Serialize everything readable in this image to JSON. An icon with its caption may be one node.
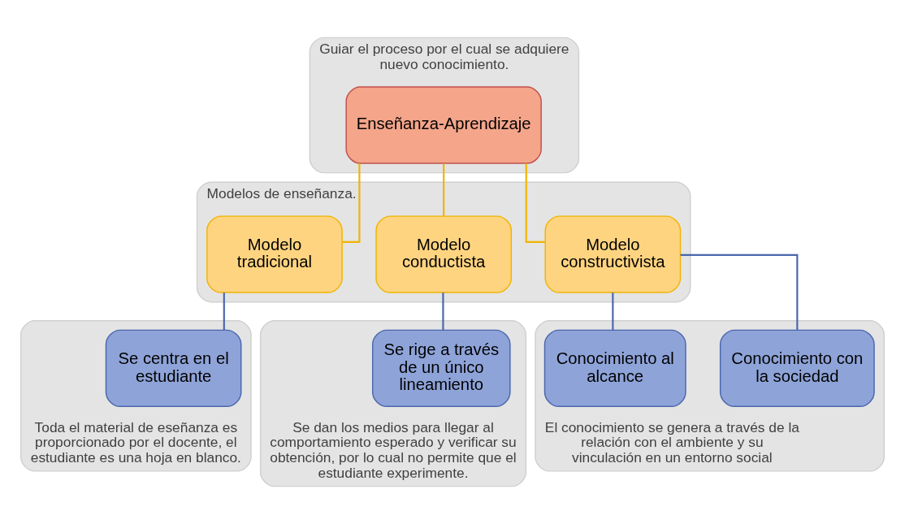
{
  "diagram": {
    "nodes": [
      {
        "text": [
          "Guiar el proceso por el cual se adquiere nuevo conocimiento."
        ]
      },
      {
        "text": [
          "Enseñanza-Aprendizaje"
        ],
        "in": 0
      },
      {
        "text": [
          "Modelos de enseñanza."
        ]
      },
      {
        "text": [
          "Modelo tradicional"
        ],
        "in": 2
      },
      {
        "text": [
          "Modelo conductista"
        ],
        "in": 2
      },
      {
        "text": [
          "Modelo constructivista"
        ],
        "in": 2
      },
      {
        "text": [
          "Toda el material de eseñanza es proporcionado por el docente, el estudiante es una hoja en blanco."
        ]
      },
      {
        "text": [
          "Se centra en el estudiante"
        ],
        "in": 6
      },
      {
        "text": [
          "Se dan los medios para llegar al comportamiento esperado y verificar su obtención, por lo cual no permite que el estudiante experimente."
        ]
      },
      {
        "text": [
          "Se rige a través de un único lineamiento"
        ],
        "in": 8
      },
      {
        "text": [
          "El conocimiento se genera a través de la relación con el ambiente y su vinculación en un entorno social"
        ]
      },
      {
        "text": [
          "Conocimiento al alcance"
        ],
        "in": 10
      },
      {
        "text": [
          "Conocimiento con la sociedad"
        ],
        "in": 10
      }
    ],
    "edges": [
      {
        "from": 1,
        "to": 3,
        "arrow": "none",
        "color": "#f0b400"
      },
      {
        "from": 1,
        "to": 4,
        "arrow": "none",
        "color": "#f0b400"
      },
      {
        "from": 1,
        "to": 5,
        "arrow": "none",
        "color": "#f0b400"
      },
      {
        "from": 3,
        "to": 7,
        "arrow": "none"
      },
      {
        "from": 4,
        "to": 9,
        "arrow": "none"
      },
      {
        "from": 5,
        "to": 11,
        "arrow": "none"
      },
      {
        "from": 5,
        "to": 12,
        "arrow": "none"
      }
    ]
  }
}
